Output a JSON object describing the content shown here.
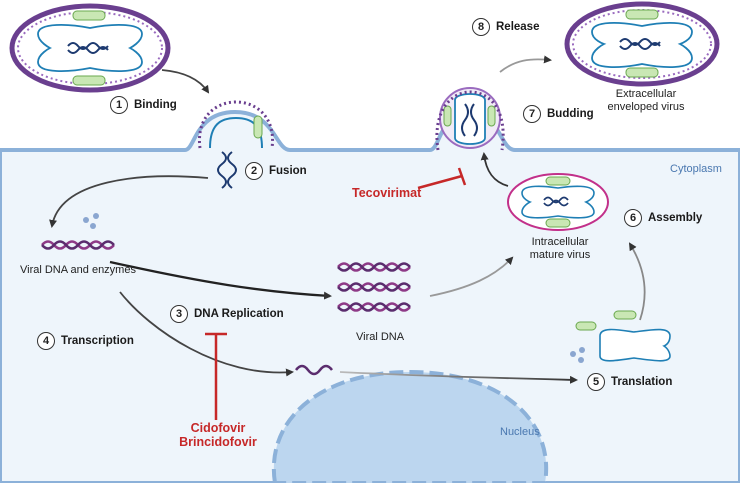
{
  "steps": [
    {
      "num": "1",
      "label": "Binding"
    },
    {
      "num": "2",
      "label": "Fusion"
    },
    {
      "num": "3",
      "label": "DNA Replication"
    },
    {
      "num": "4",
      "label": "Transcription"
    },
    {
      "num": "5",
      "label": "Translation"
    },
    {
      "num": "6",
      "label": "Assembly"
    },
    {
      "num": "7",
      "label": "Budding"
    },
    {
      "num": "8",
      "label": "Release"
    }
  ],
  "labels": {
    "cytoplasm": "Cytoplasm",
    "nucleus": "Nucleus",
    "viral_dna_enzymes": "Viral DNA and enzymes",
    "viral_dna": "Viral DNA",
    "imv_line1": "Intracellular",
    "imv_line2": "mature virus",
    "eev_line1": "Extracellular",
    "eev_line2": "enveloped virus"
  },
  "drugs": {
    "tecovirimat": "Tecovirimat",
    "cidofovir": "Cidofovir",
    "brincidofovir": "Brincidofovir"
  },
  "colors": {
    "cytoplasm_fill": "#eef5fb",
    "membrane": "#8cb1d9",
    "virus_envelope": "#6a3f8f",
    "dna_purple": "#8e3a87",
    "dna_navy": "#1d3a70",
    "inhibitor_red": "#c62828",
    "label_blue": "#4a78b0",
    "capsule_green": "#a6d48a"
  }
}
